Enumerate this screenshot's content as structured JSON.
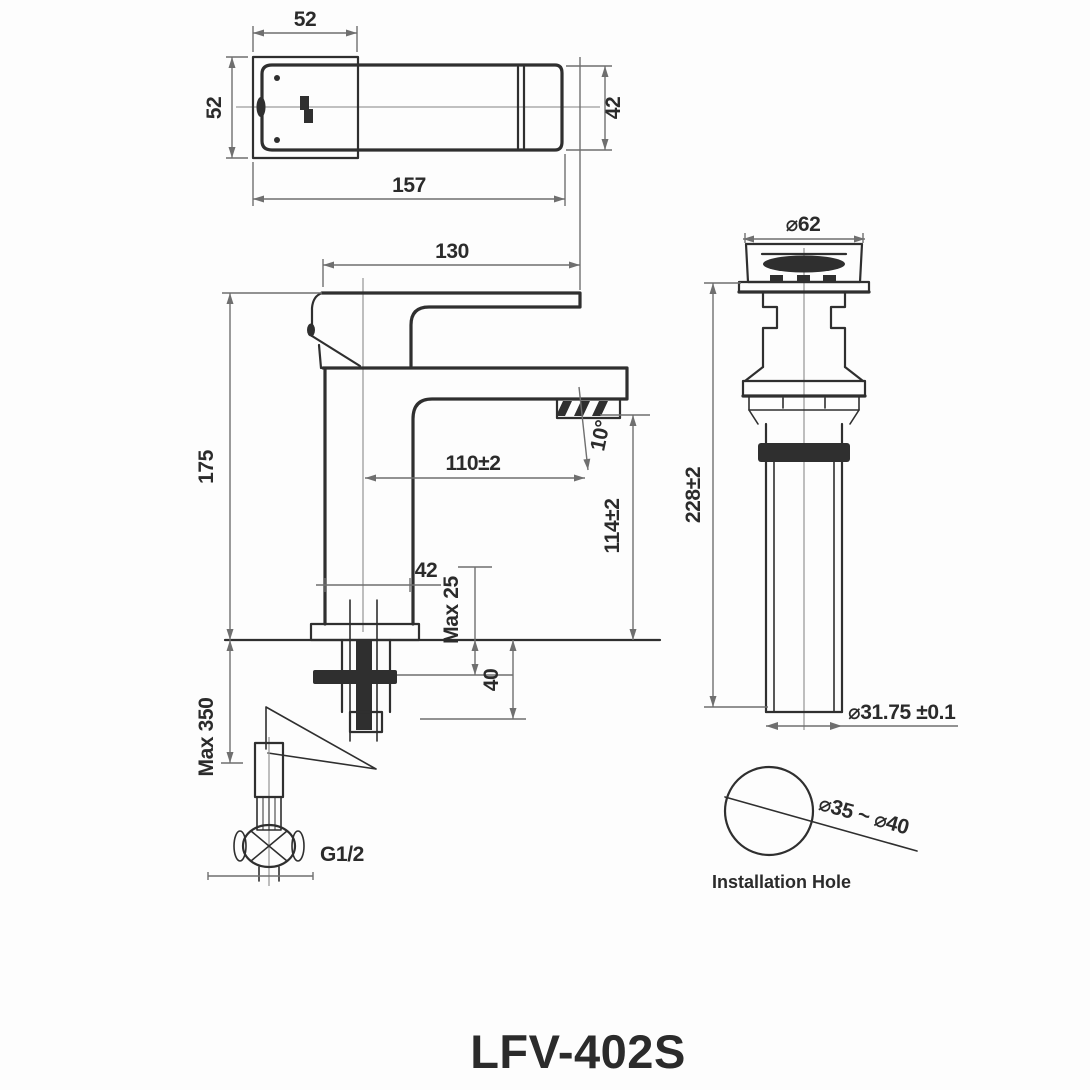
{
  "drawing": {
    "model": "LFV-402S",
    "top_view": {
      "body_width": "52",
      "body_depth": "52",
      "overall_length": "157",
      "handle_width": "42"
    },
    "front_view": {
      "handle_reach": "130",
      "body_height": "175",
      "spout_reach": "110±2",
      "spout_angle": "10°",
      "spout_height": "114±2",
      "body_width": "42",
      "max_deck_thickness": "Max 25",
      "shank_length": "40",
      "max_hose_length": "Max 350",
      "thread_size": "G1/2"
    },
    "drain_view": {
      "flange_diameter": "⌀62",
      "body_length": "228±2",
      "tailpipe_diameter": "⌀31.75 ±0.1"
    },
    "installation": {
      "hole_diameter_range": "⌀35 ~ ⌀40",
      "caption": "Installation Hole"
    }
  },
  "colors": {
    "object_line": "#2f2f2f",
    "dimension_line": "#6f6f6f",
    "text": "#2b2b2b",
    "background": "#fdfdfd"
  }
}
